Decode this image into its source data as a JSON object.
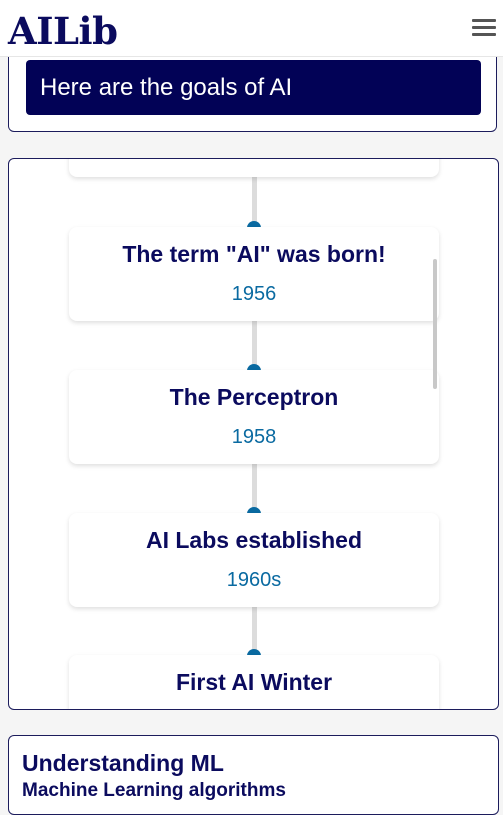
{
  "header": {
    "logo": "AILib",
    "menu_icon": "hamburger-menu-icon"
  },
  "goals": {
    "label": "Here are the goals of AI"
  },
  "timeline": {
    "events": [
      {
        "title": "",
        "year": ""
      },
      {
        "title": "The term \"AI\" was born!",
        "year": "1956"
      },
      {
        "title": "The Perceptron",
        "year": "1958"
      },
      {
        "title": "AI Labs established",
        "year": "1960s"
      },
      {
        "title": "First AI Winter",
        "year": ""
      }
    ]
  },
  "ml_card": {
    "title": "Understanding ML",
    "subtitle": "Machine Learning algorithms"
  },
  "colors": {
    "navy": "#020256",
    "text": "#0b0b5e",
    "year_blue": "#0a6aa1"
  }
}
